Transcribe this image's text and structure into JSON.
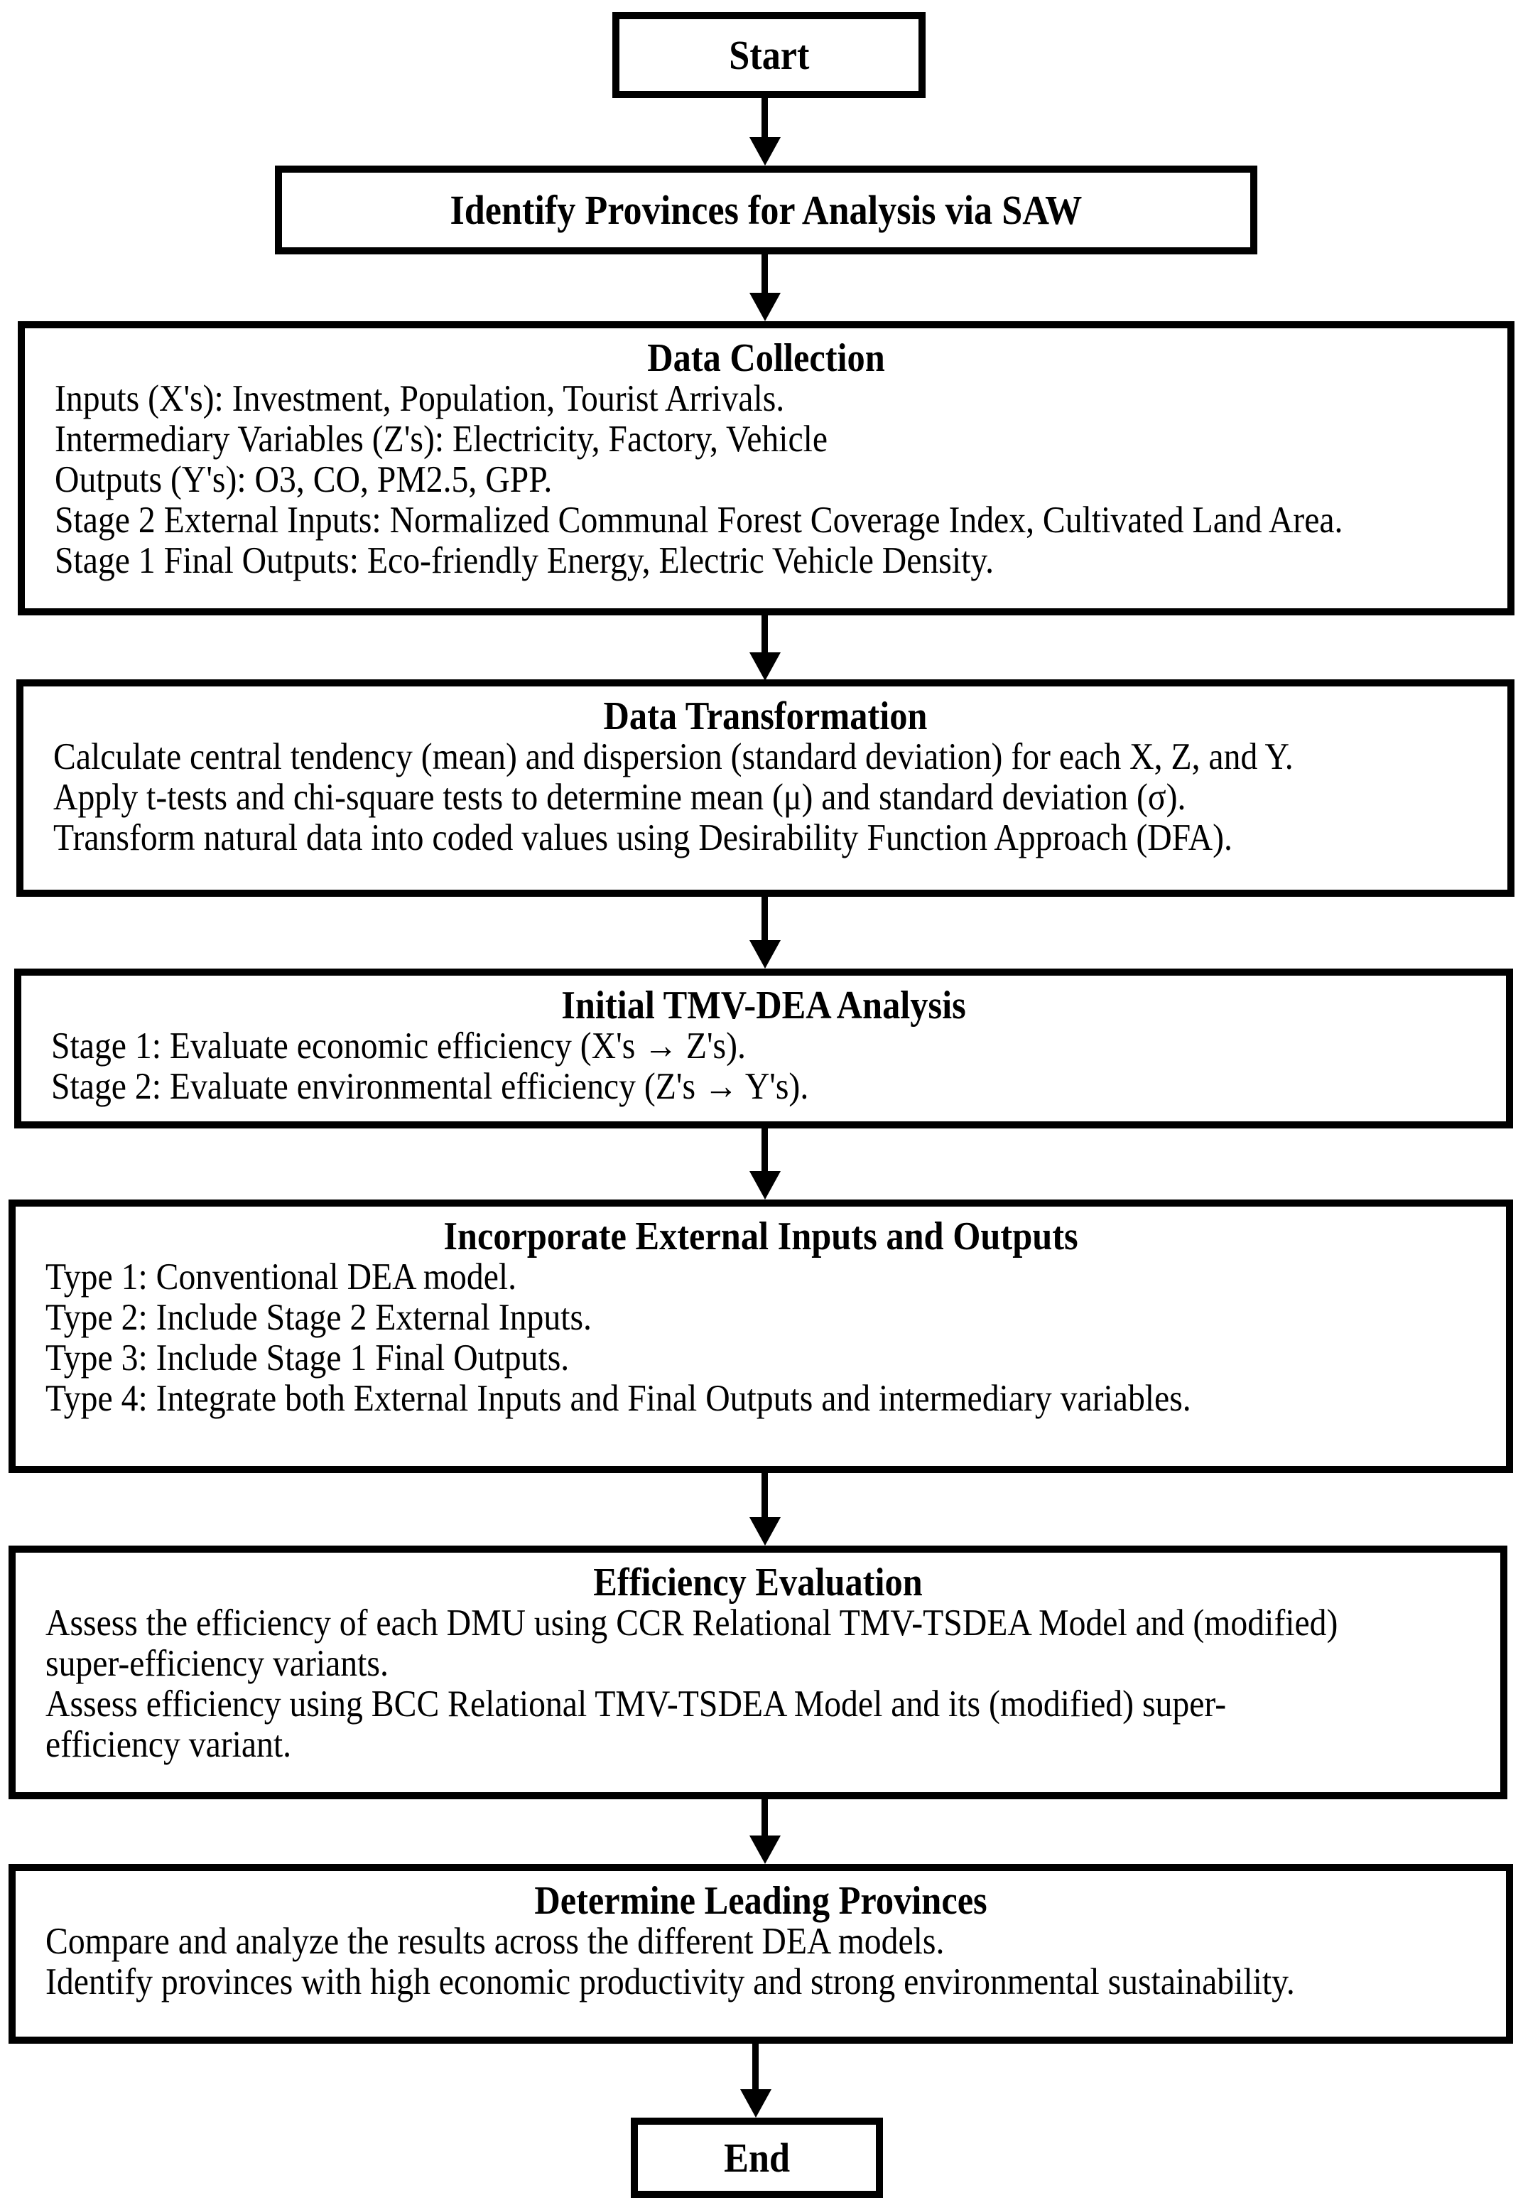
{
  "flowchart": {
    "colors": {
      "foreground": "#000000",
      "background": "#ffffff"
    },
    "nodes": [
      {
        "id": "start",
        "title": "Start",
        "lines": []
      },
      {
        "id": "identify-provinces",
        "title": "Identify Provinces for Analysis via SAW",
        "lines": []
      },
      {
        "id": "data-collection",
        "title": "Data Collection",
        "lines": [
          "Inputs (X's): Investment, Population, Tourist Arrivals.",
          "Intermediary Variables (Z's): Electricity, Factory, Vehicle",
          "Outputs (Y's): O3, CO, PM2.5, GPP.",
          "Stage 2 External Inputs: Normalized Communal Forest Coverage Index, Cultivated Land Area.",
          "Stage 1 Final Outputs: Eco-friendly Energy, Electric Vehicle Density."
        ]
      },
      {
        "id": "data-transformation",
        "title": "Data Transformation",
        "lines": [
          "Calculate central tendency (mean) and dispersion (standard deviation) for each X, Z, and Y.",
          "Apply t-tests and chi-square tests to determine mean (μ) and standard deviation (σ).",
          "Transform natural data into coded values using Desirability Function Approach (DFA)."
        ]
      },
      {
        "id": "initial-tmv-dea-analysis",
        "title": "Initial TMV-DEA Analysis",
        "lines": [
          "Stage 1: Evaluate economic efficiency (X's → Z's).",
          "Stage 2: Evaluate environmental efficiency (Z's → Y's)."
        ]
      },
      {
        "id": "incorporate-external-inputs-outputs",
        "title": "Incorporate External Inputs and Outputs",
        "lines": [
          "Type 1: Conventional DEA model.",
          "Type 2: Include Stage 2 External Inputs.",
          "Type 3: Include Stage 1 Final Outputs.",
          "Type 4: Integrate both External Inputs and Final Outputs and intermediary variables."
        ]
      },
      {
        "id": "efficiency-evaluation",
        "title": "Efficiency Evaluation",
        "lines": [
          "Assess the efficiency of each DMU using CCR Relational TMV-TSDEA Model and (modified)",
          "super-efficiency variants.",
          "Assess efficiency using BCC Relational TMV-TSDEA Model and its (modified) super-",
          "efficiency variant."
        ]
      },
      {
        "id": "determine-leading-provinces",
        "title": "Determine Leading Provinces",
        "lines": [
          "Compare and analyze the results across the different DEA models.",
          "Identify provinces with high economic productivity and strong environmental sustainability."
        ]
      },
      {
        "id": "end",
        "title": "End",
        "lines": []
      }
    ]
  }
}
